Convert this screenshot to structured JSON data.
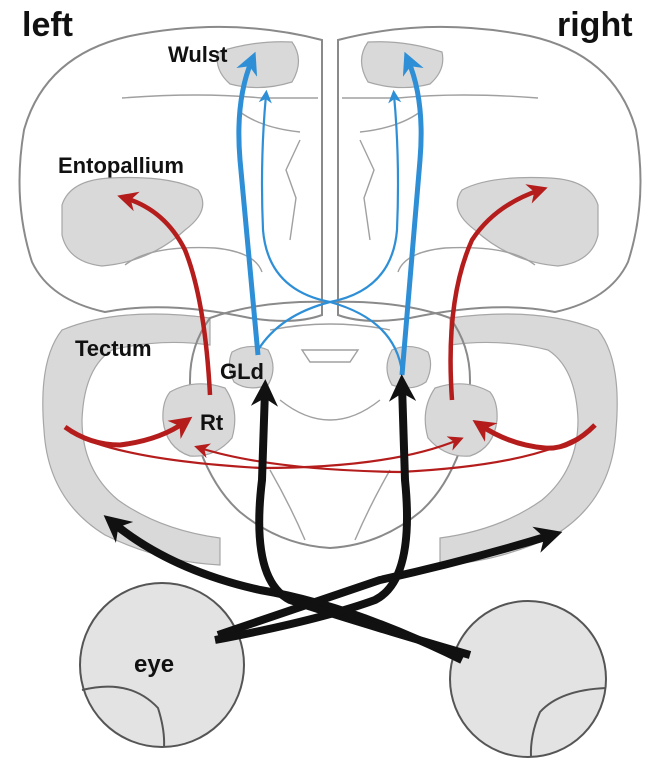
{
  "labels": {
    "left": "left",
    "right": "right",
    "wulst": "Wulst",
    "entopallium": "Entopallium",
    "tectum": "Tectum",
    "gld": "GLd",
    "rt": "Rt",
    "eye": "eye"
  },
  "colors": {
    "retinal_pathway": "#111111",
    "tectofugal_pathway": "#b51d1d",
    "thalamofugal_pathway": "#2e8fd6",
    "region_fill": "#d9d9d9",
    "outline": "#8a8a8a"
  }
}
